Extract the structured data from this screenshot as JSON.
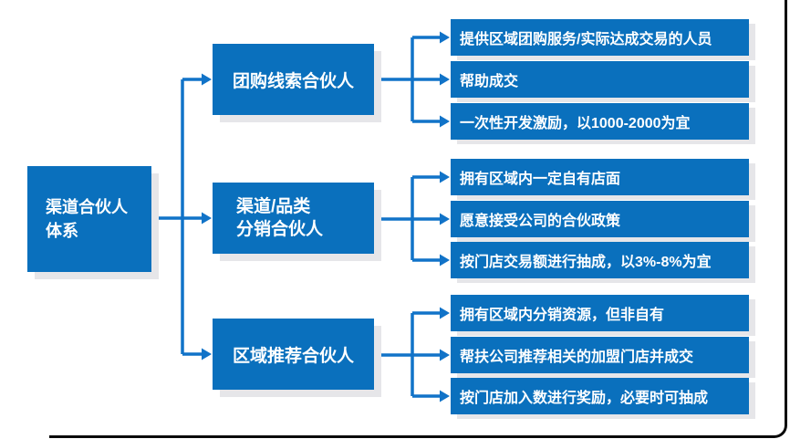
{
  "diagram": {
    "root": {
      "line1": "渠道合伙人",
      "line2": "体系"
    },
    "branches": [
      {
        "label": "团购线索合伙人",
        "leaves": [
          "提供区域团购服务/实际达成交易的人员",
          "帮助成交",
          "一次性开发激励，以1000-2000为宜"
        ]
      },
      {
        "label_line1": "渠道/品类",
        "label_line2": "分销合伙人",
        "leaves": [
          "拥有区域内一定自有店面",
          "愿意接受公司的合伙政策",
          "按门店交易额进行抽成，以3%-8%为宜"
        ]
      },
      {
        "label": "区域推荐合伙人",
        "leaves": [
          "拥有区域内分销资源，但非自有",
          "帮扶公司推荐相关的加盟门店并成交",
          "按门店加入数进行奖励，必要时可抽成"
        ]
      }
    ],
    "colors": {
      "node_fill": "#0a70bd",
      "connector_blue": "#1173c8",
      "node_shadow": "#e6e6e9",
      "frame_border": "#0a0a0a",
      "text": "#ffffff",
      "background": "#ffffff"
    }
  }
}
